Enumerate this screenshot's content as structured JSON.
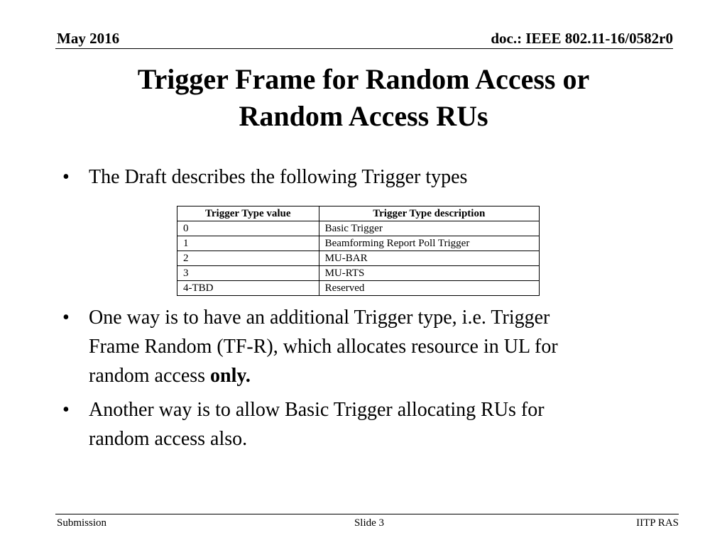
{
  "header": {
    "date": "May 2016",
    "doc_id": "doc.: IEEE 802.11-16/0582r0"
  },
  "title": {
    "line1": "Trigger Frame for Random Access or",
    "line2": "Random Access RUs"
  },
  "bullets": {
    "symbol": "•",
    "first": {
      "text": "The Draft describes the following Trigger types"
    },
    "second": {
      "line1": "One way is to have an additional Trigger type, i.e. Trigger",
      "line2": "Frame Random (TF-R), which allocates resource in UL for",
      "line3_prefix": "random access ",
      "line3_bold": "only."
    },
    "third": {
      "line1": "Another way is to allow Basic Trigger allocating RUs for",
      "line2": "random access also."
    }
  },
  "table": {
    "headers": [
      "Trigger Type value",
      "Trigger Type description"
    ],
    "rows": [
      [
        "0",
        "Basic Trigger"
      ],
      [
        "1",
        "Beamforming Report Poll Trigger"
      ],
      [
        "2",
        "MU-BAR"
      ],
      [
        "3",
        "MU-RTS"
      ],
      [
        "4-TBD",
        "Reserved"
      ]
    ]
  },
  "footer": {
    "left": "Submission",
    "center": "Slide 3",
    "right": "IITP RAS"
  }
}
